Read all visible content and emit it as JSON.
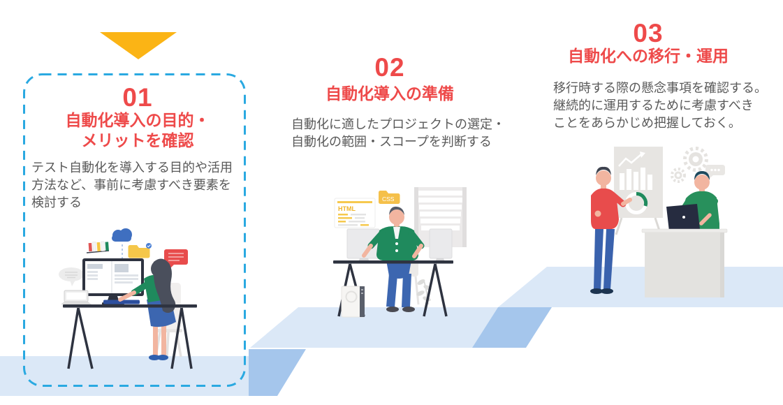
{
  "colors": {
    "accent_red": "#EE4A4A",
    "text_gray": "#595959",
    "highlight_blue": "#2AA9E1",
    "arrow_yellow": "#FBB415",
    "platform_light": "#DBE8F7",
    "platform_shadow": "#A5C6EC"
  },
  "indicator": {
    "shape": "down-triangle",
    "meaning": "current-step-pointer"
  },
  "steps": [
    {
      "number": "01",
      "title_lines": [
        "自動化導入の目的・",
        "メリットを確認"
      ],
      "description": "テスト自動化を導入する目的や活用方法など、事前に考慮すべき要素を検討する",
      "description_lines": [
        "テスト自動化を導入する目的や活用",
        "方法など、事前に考慮すべき要素を",
        "検討する"
      ],
      "highlighted": true,
      "illustration": "woman-working-at-computer-desk"
    },
    {
      "number": "02",
      "title_lines": [
        "自動化導入の準備"
      ],
      "description": "自動化に適したプロジェクトの選定・自動化の範囲・スコープを判断する",
      "description_lines": [
        "自動化に適したプロジェクトの選定・",
        "自動化の範囲・スコープを判断する"
      ],
      "highlighted": false,
      "illustration": "developer-at-dual-monitor-desk",
      "labels": {
        "card": "HTML",
        "folder": "CSS"
      }
    },
    {
      "number": "03",
      "title_lines": [
        "自動化への移行・運用"
      ],
      "description": "移行時する際の懸念事項を確認する。継続的に運用するために考慮すべきことをあらかじめ把握しておく。",
      "description_lines": [
        "移行時する際の懸念事項を確認する。",
        "継続的に運用するために考慮すべき",
        "ことをあらかじめ把握しておく。"
      ],
      "highlighted": false,
      "illustration": "presentation-at-whiteboard"
    }
  ]
}
